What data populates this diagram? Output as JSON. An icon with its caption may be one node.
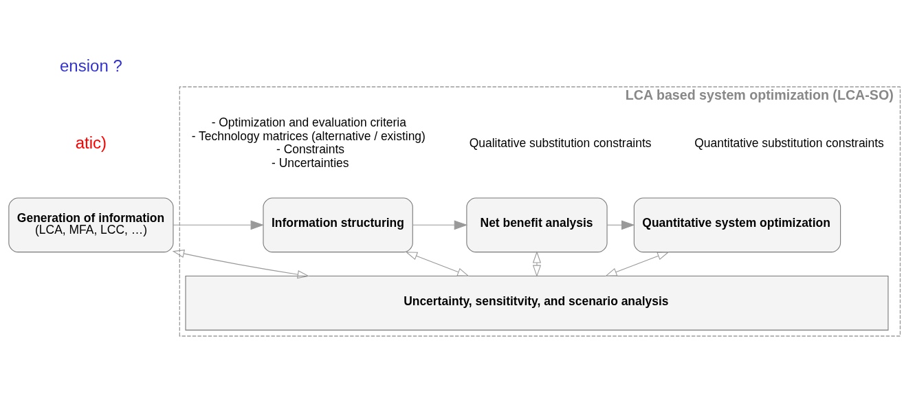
{
  "diagram": {
    "nodes": [
      {
        "text": [
          "LCA based system optimization (LCA-SO)"
        ]
      },
      {
        "text": [
          "Generation of information",
          "(LCA, MFA, LCC, …)"
        ]
      },
      {
        "text": [
          "Information structuring"
        ],
        "in": 0,
        "beside": [
          "- Optimization and evaluation criteria",
          "- Technology matrices (alternative / existing)",
          "- Constraints",
          "- Uncertainties"
        ]
      },
      {
        "text": [
          "Net benefit analysis"
        ],
        "in": 0,
        "beside": [
          "Qualitative substitution constraints"
        ]
      },
      {
        "text": [
          "Quantitative system optimization"
        ],
        "in": 0,
        "beside": [
          "Quantitative substitution constraints"
        ]
      },
      {
        "text": [
          "Uncertainty, sensititvity, and scenario analysis"
        ],
        "in": 0
      }
    ],
    "edges": [
      {
        "from": 1,
        "to": 2,
        "arrow": "to"
      },
      {
        "from": 2,
        "to": 3,
        "arrow": "to"
      },
      {
        "from": 3,
        "to": 4,
        "arrow": "to"
      },
      {
        "from": 1,
        "to": 5,
        "arrow": "both"
      },
      {
        "from": 2,
        "to": 5,
        "arrow": "both"
      },
      {
        "from": 3,
        "to": 5,
        "arrow": "both"
      },
      {
        "from": 4,
        "to": 5,
        "arrow": "both"
      }
    ],
    "labels": [
      "ension ?",
      "atic)"
    ]
  }
}
